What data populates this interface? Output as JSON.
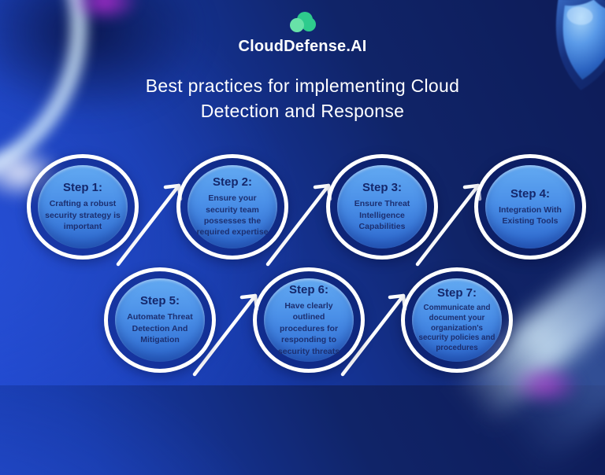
{
  "brand": {
    "name": "CloudDefense.AI",
    "logo_icon": "cloud-logo-icon"
  },
  "title": {
    "line1": "Best practices for implementing Cloud",
    "line2": "Detection and Response"
  },
  "steps": [
    {
      "label": "Step 1:",
      "description": "Crafting a robust security strategy is important"
    },
    {
      "label": "Step 2:",
      "description": "Ensure your security team possesses the required expertise"
    },
    {
      "label": "Step 3:",
      "description": "Ensure Threat Intelligence Capabilities"
    },
    {
      "label": "Step 4:",
      "description": "Integration With Existing Tools"
    },
    {
      "label": "Step 5:",
      "description": "Automate Threat Detection And Mitigation"
    },
    {
      "label": "Step 6:",
      "description": "Have clearly outlined procedures for responding to security threats"
    },
    {
      "label": "Step 7:",
      "description": "Communicate and document your organization's security policies and procedures"
    }
  ],
  "icons": [
    "cloud-logo-icon",
    "shield-icon",
    "flow-arrow-icon"
  ],
  "colors": {
    "background_bright": "#1f46c9",
    "background_deep": "#0d1b57",
    "circle_ring": "#ffffff",
    "circle_inner_top": "#63aaf2",
    "circle_inner_bottom": "#2e6ad0",
    "step_text": "#14276b",
    "title_text": "#ffffff",
    "logo_green": "#2ecb8d",
    "logo_green_light": "#68e2a8",
    "accent_purple": "#b23fd0"
  }
}
